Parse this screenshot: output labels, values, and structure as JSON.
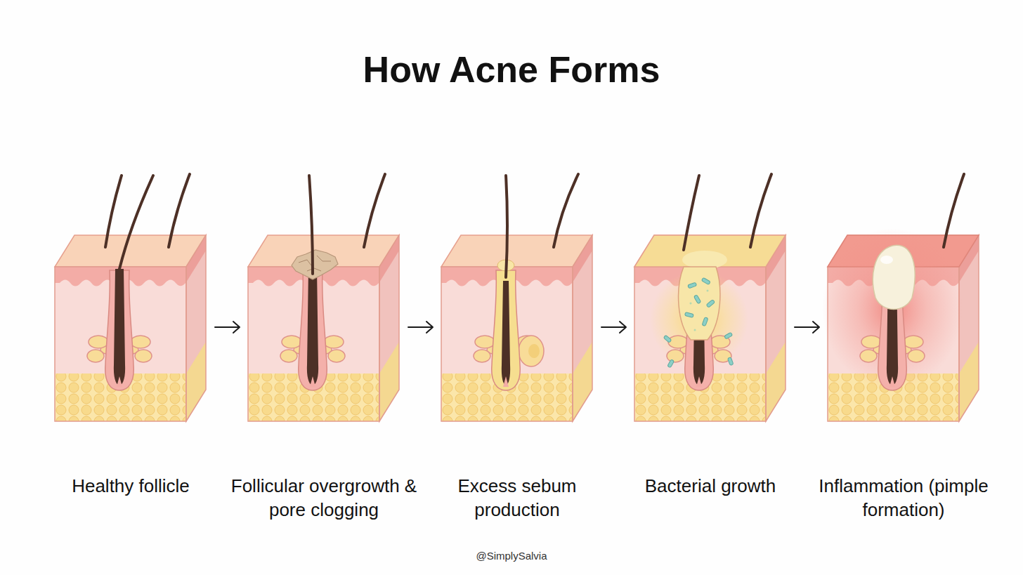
{
  "diagram": {
    "title": "How Acne Forms",
    "nodes": [
      {
        "text": [
          "Healthy follicle"
        ]
      },
      {
        "text": [
          "Follicular overgrowth & pore clogging"
        ]
      },
      {
        "text": [
          "Excess sebum production"
        ]
      },
      {
        "text": [
          "Bacterial growth"
        ]
      },
      {
        "text": [
          "Inflammation (pimple formation)"
        ]
      }
    ],
    "edges": [
      {
        "from": 0,
        "to": 1,
        "arrow": "to"
      },
      {
        "from": 1,
        "to": 2,
        "arrow": "to"
      },
      {
        "from": 2,
        "to": 3,
        "arrow": "to"
      },
      {
        "from": 3,
        "to": 4,
        "arrow": "to"
      }
    ],
    "labels": [
      "@SimplySalvia"
    ]
  }
}
